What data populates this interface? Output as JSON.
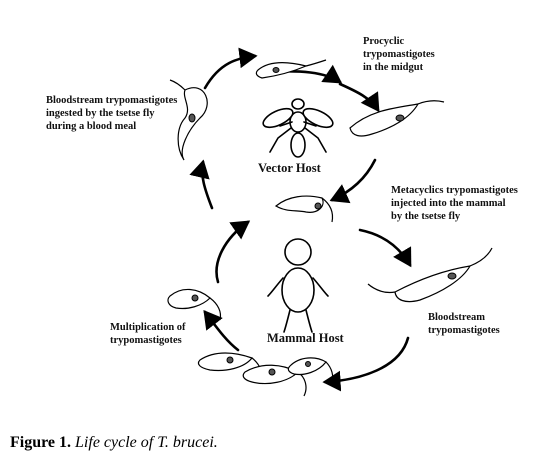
{
  "diagram": {
    "labels": {
      "procyclic": [
        "Procyclic",
        "trypomastigotes",
        "in the midgut"
      ],
      "bloodstream_ingested": [
        "Bloodstream trypomastigotes",
        "ingested by the tsetse fly",
        "during a blood meal"
      ],
      "vector_host": "Vector Host",
      "metacyclic": [
        "Metacyclics trypomastigotes",
        "injected into the mammal",
        "by the tsetse fly"
      ],
      "mammal_host": "Mammal Host",
      "multiplication": [
        "Multiplication of",
        "trypomastigotes"
      ],
      "bloodstream_mammal": [
        "Bloodstream",
        "trypomastigotes"
      ]
    }
  },
  "caption": {
    "label": "Figure 1.",
    "text": "Life cycle of T. brucei."
  }
}
